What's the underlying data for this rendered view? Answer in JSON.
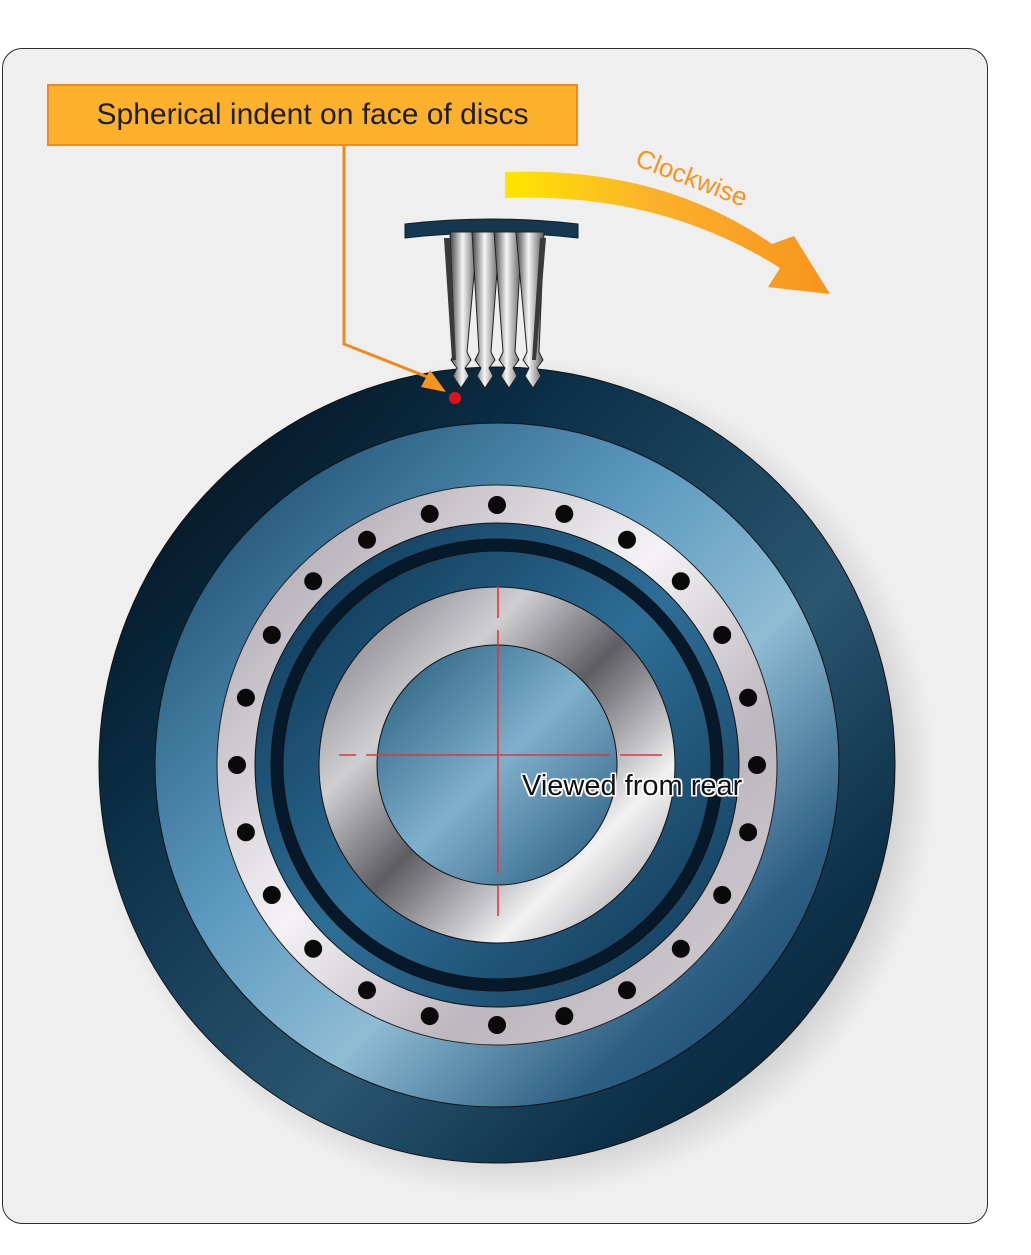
{
  "labels": {
    "callout": "Spherical indent on face of discs",
    "rotation": "Clockwise",
    "view_note": "Viewed from rear"
  },
  "colors": {
    "callout_fill": "#fbb12b",
    "callout_border": "#f08a1c",
    "arrow_start": "#ffe600",
    "arrow_end": "#f7941d",
    "disc_dark": "#0d2e45",
    "disc_mid": "#2f6c93",
    "disc_light": "#8fbdd5",
    "flange_silver": "#d6d3d6",
    "centerline": "#e2343b",
    "indent_mark": "#e2101b"
  },
  "icons": {
    "rotation_arrow": "curved-arrow-icon",
    "blades": "turbine-blades-icon",
    "indent_mark": "red-dot-icon"
  }
}
